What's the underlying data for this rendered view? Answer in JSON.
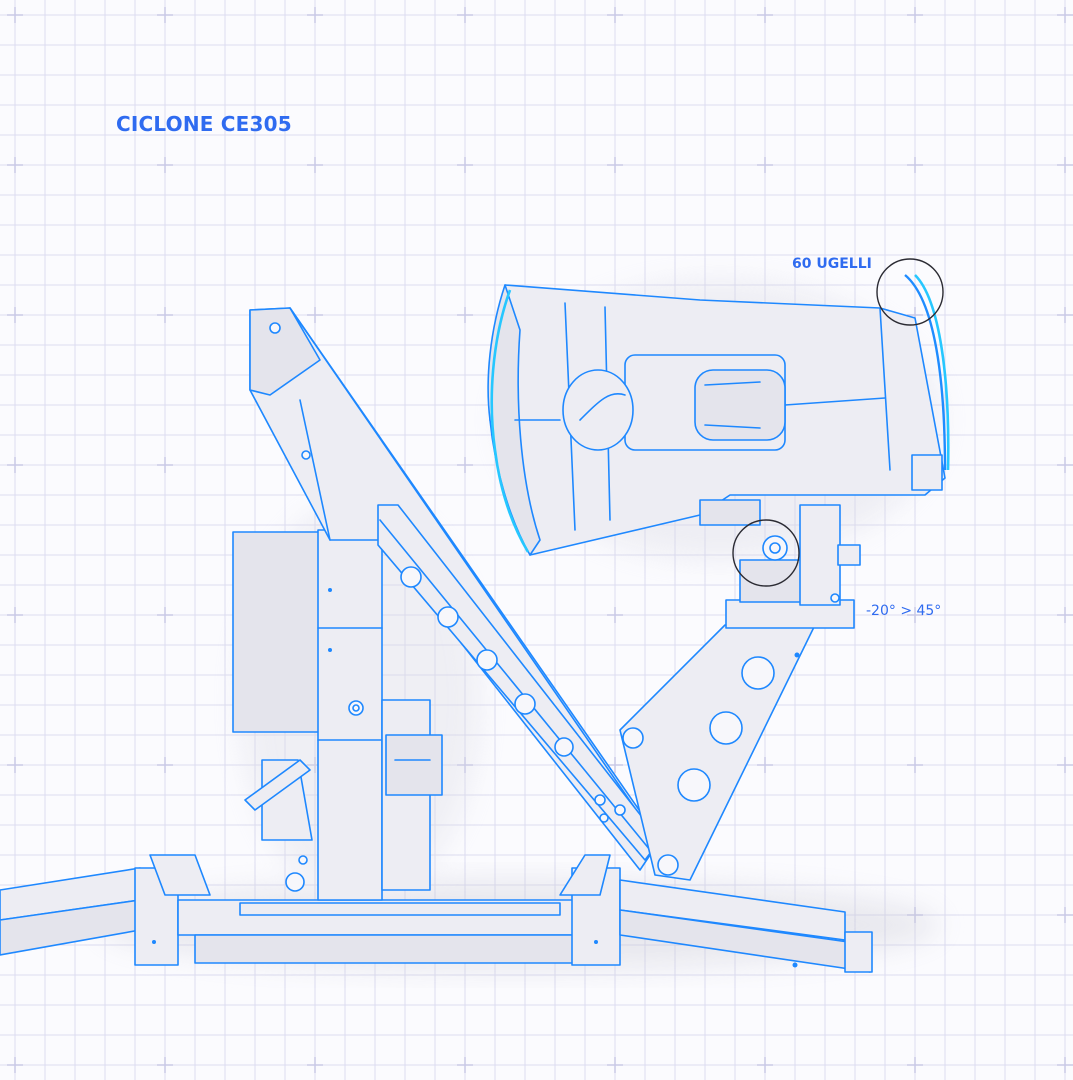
{
  "title": "CICLONE CE305",
  "annotations": {
    "nozzles": "60 UGELLI",
    "tilt_range": "-20° > 45°"
  },
  "colors": {
    "background": "#fbfbfe",
    "grid": "#dcdcf0",
    "linework": "#1e88ff",
    "text": "#2f6bf0",
    "callout": "#2b2b33"
  }
}
